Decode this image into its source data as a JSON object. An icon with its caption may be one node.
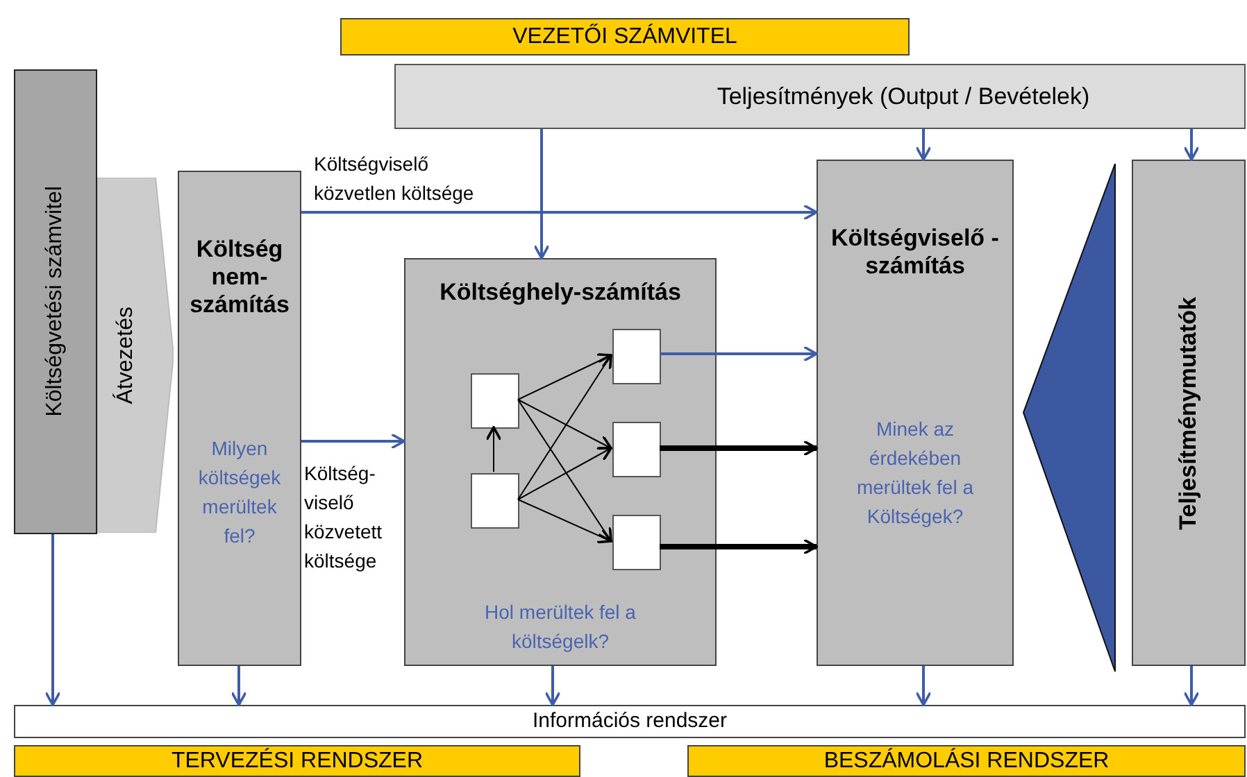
{
  "diagram": {
    "nodes": [
      {
        "text": [
          "VEZETŐI SZÁMVITEL"
        ]
      },
      {
        "text": [
          "Teljesítmények (Output / Bevételek)"
        ]
      },
      {
        "text": [
          "Költségvetési számvitel"
        ]
      },
      {
        "text": [
          "Átvezetés"
        ]
      },
      {
        "text": [
          "Költség nem-számítás",
          "Milyen költségek merültek fel?"
        ]
      },
      {
        "text": [
          "Költséghely-számítás",
          "Hol merültek fel a költségelk?"
        ]
      },
      {
        "text": [],
        "shape": "box",
        "in": 5
      },
      {
        "text": [],
        "shape": "box",
        "in": 5
      },
      {
        "text": [],
        "shape": "box",
        "in": 5
      },
      {
        "text": [],
        "shape": "box",
        "in": 5
      },
      {
        "text": [],
        "shape": "box",
        "in": 5
      },
      {
        "text": [
          "Költségviselő -számítás",
          "Minek az érdekében merültek fel a Költségek?"
        ]
      },
      {
        "text": [
          "Teljesítménymutatók"
        ]
      },
      {
        "text": [
          "Információs rendszer"
        ]
      },
      {
        "text": [
          "TERVEZÉSI RENDSZER"
        ]
      },
      {
        "text": [
          "BESZÁMOLÁSI RENDSZER"
        ]
      },
      {
        "text": [],
        "shape": "triangle"
      }
    ],
    "edges": [
      {
        "from": 1,
        "to": 5,
        "arrow": "to"
      },
      {
        "from": 4,
        "to": 11,
        "arrow": "to",
        "label": "Költségviselő közvetlen költsége"
      },
      {
        "from": 1,
        "to": 11,
        "arrow": "to"
      },
      {
        "from": 1,
        "to": 12,
        "arrow": "to"
      },
      {
        "from": 4,
        "to": 5,
        "arrow": "to",
        "label": "Költség- viselő közvetett költsége"
      },
      {
        "from": 6,
        "to": 11,
        "arrow": "to"
      },
      {
        "from": 8,
        "to": 11,
        "arrow": "to",
        "style": "thick",
        "color": "#000000"
      },
      {
        "from": 10,
        "to": 11,
        "arrow": "to",
        "style": "thick",
        "color": "#000000"
      },
      {
        "from": 9,
        "to": 7,
        "arrow": "to",
        "color": "#000000"
      },
      {
        "from": 7,
        "to": 6,
        "arrow": "to",
        "color": "#000000"
      },
      {
        "from": 7,
        "to": 8,
        "arrow": "to",
        "color": "#000000"
      },
      {
        "from": 7,
        "to": 10,
        "arrow": "to",
        "color": "#000000"
      },
      {
        "from": 9,
        "to": 6,
        "arrow": "to",
        "color": "#000000"
      },
      {
        "from": 9,
        "to": 8,
        "arrow": "to",
        "color": "#000000"
      },
      {
        "from": 9,
        "to": 10,
        "arrow": "to",
        "color": "#000000"
      },
      {
        "from": 2,
        "to": 13,
        "arrow": "to"
      },
      {
        "from": 4,
        "to": 13,
        "arrow": "to"
      },
      {
        "from": 5,
        "to": 13,
        "arrow": "to"
      },
      {
        "from": 11,
        "to": 13,
        "arrow": "to"
      },
      {
        "from": 12,
        "to": 13,
        "arrow": "to"
      }
    ]
  }
}
